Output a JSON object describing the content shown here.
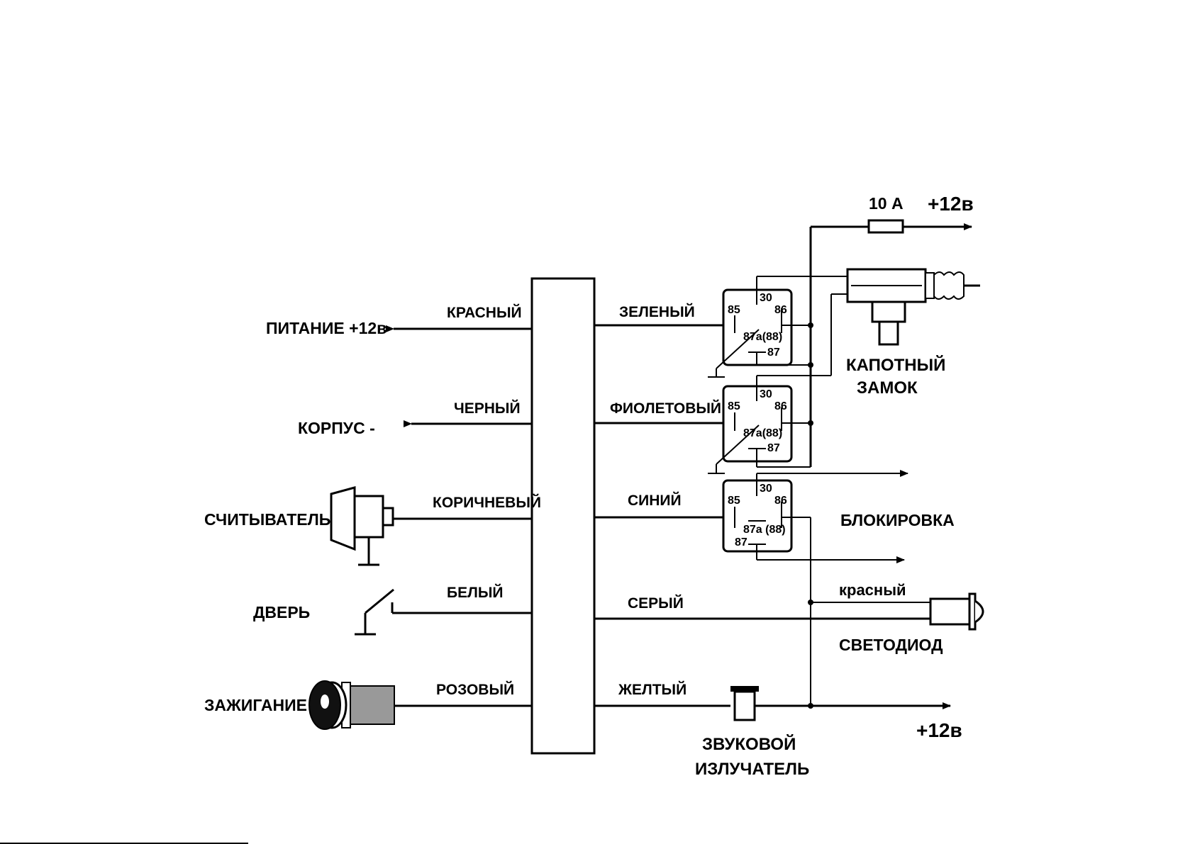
{
  "left": {
    "power_label": "ПИТАНИЕ +12в",
    "ground_label": "КОРПУС -",
    "reader_label": "СЧИТЫВАТЕЛЬ",
    "door_label": "ДВЕРЬ",
    "ignition_label": "ЗАЖИГАНИЕ"
  },
  "left_wires": {
    "red": "КРАСНЫЙ",
    "black": "ЧЕРНЫЙ",
    "brown": "КОРИЧНЕВЫЙ",
    "white": "БЕЛЫЙ",
    "pink": "РОЗОВЫЙ"
  },
  "right_wires": {
    "green": "ЗЕЛЕНЫЙ",
    "violet": "ФИОЛЕТОВЫЙ",
    "blue": "СИНИЙ",
    "gray": "СЕРЫЙ",
    "yellow": "ЖЕЛТЫЙ"
  },
  "relay1": {
    "p30": "30",
    "p85": "85",
    "p86": "86",
    "p87a": "87а(88)",
    "p87": "87"
  },
  "relay2": {
    "p30": "30",
    "p85": "85",
    "p86": "86",
    "p87a": "87а(88)",
    "p87": "87"
  },
  "relay3": {
    "p30": "30",
    "p85": "85",
    "p86": "86",
    "p87a": "87а (88)",
    "p87": "87"
  },
  "right": {
    "fuse_label": "10 А",
    "plus12_top": "+12в",
    "hood_lock_line1": "КАПОТНЫЙ",
    "hood_lock_line2": "ЗАМОК",
    "blocking": "БЛОКИРОВКА",
    "led_wire": "красный",
    "led_label": "СВЕТОДИОД",
    "buzzer_line1": "ЗВУКОВОЙ",
    "buzzer_line2": "ИЗЛУЧАТЕЛЬ",
    "plus12_bottom": "+12в"
  }
}
